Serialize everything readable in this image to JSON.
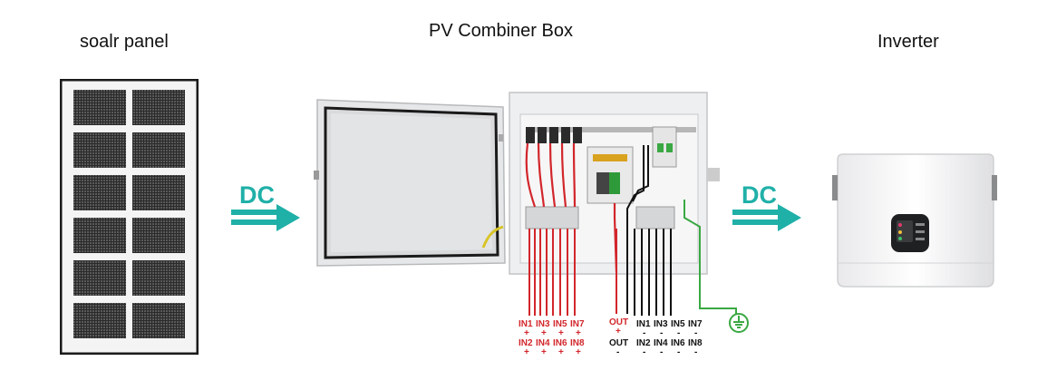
{
  "titles": {
    "solar_panel": "soalr panel",
    "combiner_box": "PV Combiner Box",
    "inverter": "Inverter"
  },
  "arrows": {
    "left_label": "DC",
    "right_label": "DC",
    "color": "#1fb0a8"
  },
  "terminals": {
    "positive_top": [
      "IN1",
      "IN3",
      "IN5",
      "IN7"
    ],
    "positive_bottom": [
      "IN2",
      "IN4",
      "IN6",
      "IN8"
    ],
    "positive_sign": "+",
    "out_positive": "OUT",
    "out_negative": "OUT",
    "negative_top": [
      "IN1",
      "IN3",
      "IN5",
      "IN7"
    ],
    "negative_bottom": [
      "IN2",
      "IN4",
      "IN6",
      "IN8"
    ],
    "negative_sign": "-"
  },
  "colors": {
    "positive": "#d2262b",
    "negative": "#111111",
    "ground": "#3aa843"
  }
}
